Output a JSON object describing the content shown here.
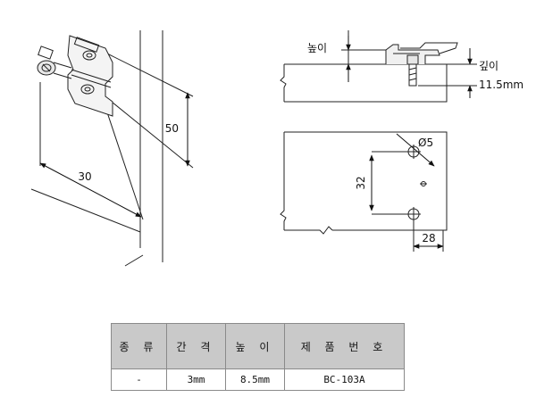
{
  "dimensions": {
    "perspective_width": "30",
    "perspective_height": "50",
    "side_height_label": "높이",
    "side_depth_label": "깊이",
    "side_depth_value": "11.5mm",
    "hole_diameter": "Ø5",
    "hole_spacing": "32",
    "edge_offset": "28"
  },
  "table": {
    "headers": [
      "종 류",
      "간 격",
      "높 이",
      "제 품 번 호"
    ],
    "rows": [
      [
        "-",
        "3mm",
        "8.5mm",
        "BC-103A"
      ]
    ]
  }
}
